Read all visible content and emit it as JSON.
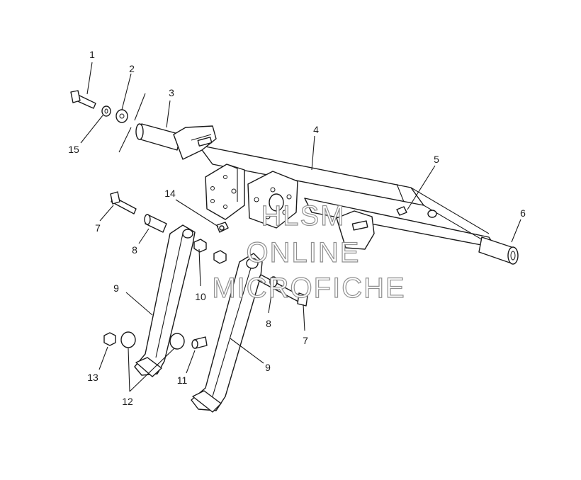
{
  "callouts": [
    {
      "id": "c1",
      "label": "1"
    },
    {
      "id": "c2",
      "label": "2"
    },
    {
      "id": "c3",
      "label": "3"
    },
    {
      "id": "c4",
      "label": "4"
    },
    {
      "id": "c5",
      "label": "5"
    },
    {
      "id": "c6",
      "label": "6"
    },
    {
      "id": "c7a",
      "label": "7"
    },
    {
      "id": "c7b",
      "label": "7"
    },
    {
      "id": "c8a",
      "label": "8"
    },
    {
      "id": "c8b",
      "label": "8"
    },
    {
      "id": "c9a",
      "label": "9"
    },
    {
      "id": "c9b",
      "label": "9"
    },
    {
      "id": "c10",
      "label": "10"
    },
    {
      "id": "c11",
      "label": "11"
    },
    {
      "id": "c12",
      "label": "12"
    },
    {
      "id": "c13",
      "label": "13"
    },
    {
      "id": "c14",
      "label": "14"
    },
    {
      "id": "c15",
      "label": "15"
    }
  ],
  "watermark": {
    "line1": "HLSM",
    "line2": "ONLINE",
    "line3": "MICROFICHE",
    "color": "#8a8a8a"
  },
  "colors": {
    "line": "#1a1a1a",
    "background": "#ffffff"
  }
}
